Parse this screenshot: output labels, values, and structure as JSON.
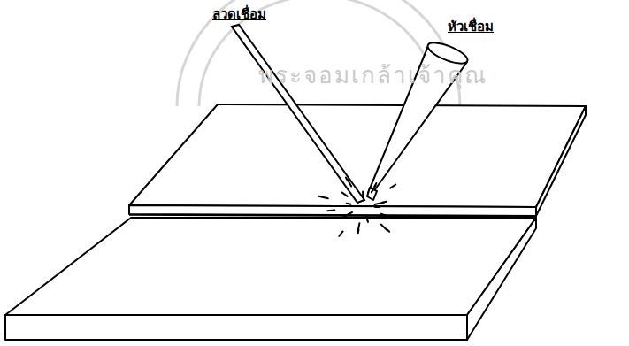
{
  "diagram": {
    "labels": [
      "ลวดเชื่อม",
      "หัวเชื่อม",
      "พระจอมเกล้าเจ้าคุณ"
    ]
  }
}
